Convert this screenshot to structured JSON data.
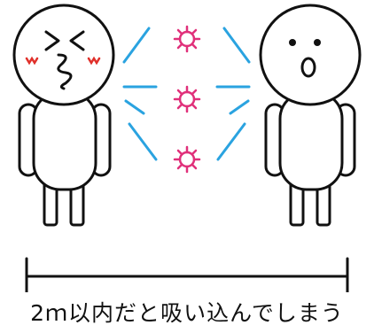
{
  "caption": "2ｍ以内だと吸い込んでしまう",
  "colors": {
    "outline": "#111111",
    "fill": "#ffffff",
    "droplet_line": "#2aa3e0",
    "virus": "#e0307a",
    "blush": "#e0302a"
  },
  "figures": [
    {
      "role": "left-person",
      "expression": "sneezing"
    },
    {
      "role": "right-person",
      "expression": "surprised"
    }
  ],
  "icons": [
    "virus-icon",
    "droplet-line",
    "distance-ruler"
  ]
}
